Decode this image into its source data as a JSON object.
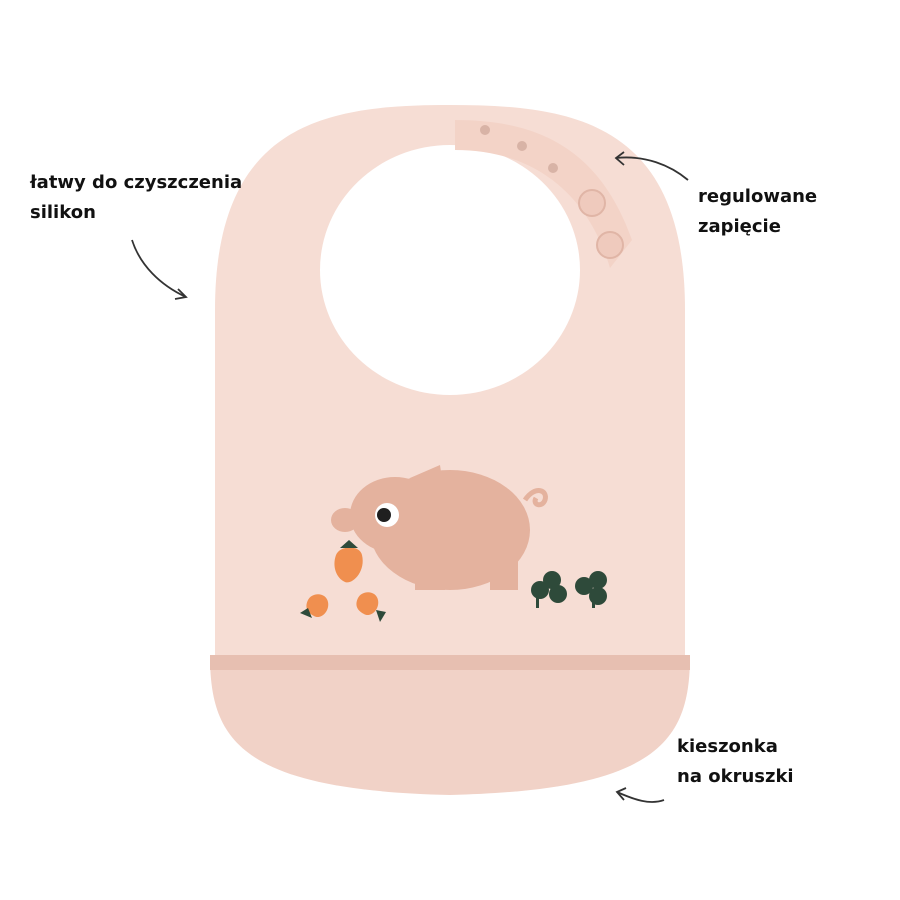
{
  "callouts": {
    "left": {
      "line1": "łatwy do czyszczenia",
      "line2": "silikon"
    },
    "right": {
      "line1": "regulowane",
      "line2": "zapięcie"
    },
    "pocket": {
      "line1": "kieszonka",
      "line2": "na okruszki"
    }
  },
  "colors": {
    "bib": "#f6ddd4",
    "bib_shadow": "#ecc9bd",
    "pig": "#e4b29e",
    "strawberry": "#f08f4f",
    "leaf": "#2e4a3a",
    "text": "#111111"
  },
  "illustration": {
    "main_figure": "pig-icon",
    "decorations": [
      "strawberry-icon",
      "clover-icon"
    ]
  }
}
